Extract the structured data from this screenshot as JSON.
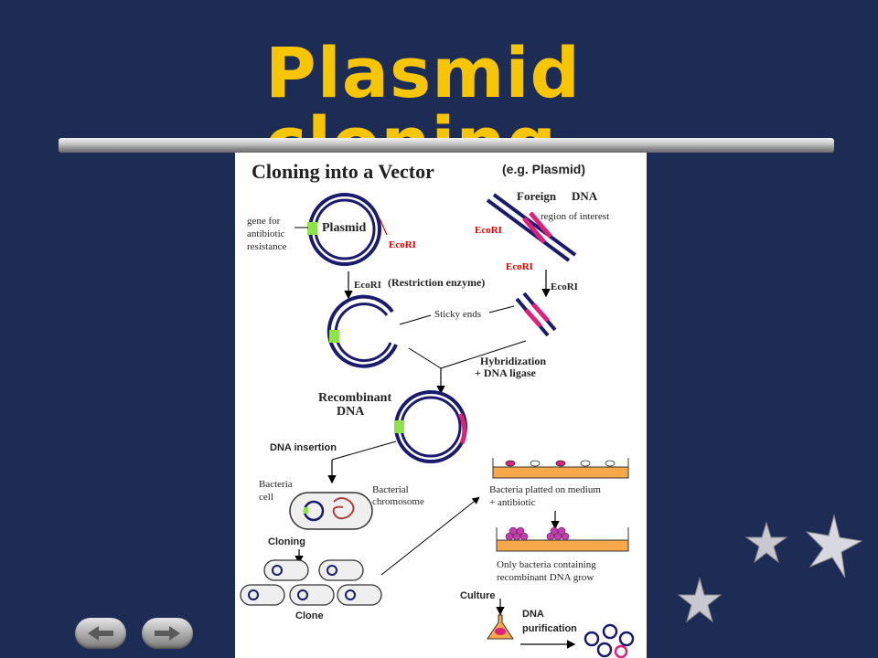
{
  "slide": {
    "title": "Plasmid cloning"
  },
  "diagram": {
    "heading": "Cloning into a Vector",
    "heading_note": "(e.g. Plasmid)",
    "labels": {
      "plasmid": "Plasmid",
      "gene_line1": "gene for",
      "gene_line2": "antibiotic",
      "gene_line3": "resistance",
      "ecori_plasmid": "EcoRI",
      "foreign_a": "Foreign",
      "foreign_b": "DNA",
      "region": "region of interest",
      "ecori_left": "EcoRI",
      "ecori_bottom": "EcoRI",
      "ecori_arrow_left": "EcoRI",
      "restriction": "(Restriction enzyme)",
      "ecori_arrow_right": "EcoRI",
      "sticky": "Sticky ends",
      "hybrid_1": "Hybridization",
      "hybrid_2": "+ DNA ligase",
      "recomb_1": "Recombinant",
      "recomb_2": "DNA",
      "insertion": "DNA insertion",
      "bact_cell_1": "Bacteria",
      "bact_cell_2": "cell",
      "bact_chrom_1": "Bacterial",
      "bact_chrom_2": "chromosome",
      "plated_1": "Bacteria platted on medium",
      "plated_2": "+ antibiotic",
      "only_1": "Only bacteria containing",
      "only_2": "recombinant DNA grow",
      "cloning": "Cloning",
      "clone": "Clone",
      "culture": "Culture",
      "dna_1": "DNA",
      "dna_2": "purification"
    },
    "colors": {
      "dna_strand": "#1a1a6e",
      "marker_green": "#8ee34a",
      "insert_pink": "#e0207a",
      "ecori_red": "#e00000",
      "medium_orange": "#f7a84a"
    }
  },
  "nav": {
    "prev_icon": "arrow-left-icon",
    "next_icon": "arrow-right-icon"
  },
  "decor": {
    "star_icon": "star-icon"
  }
}
